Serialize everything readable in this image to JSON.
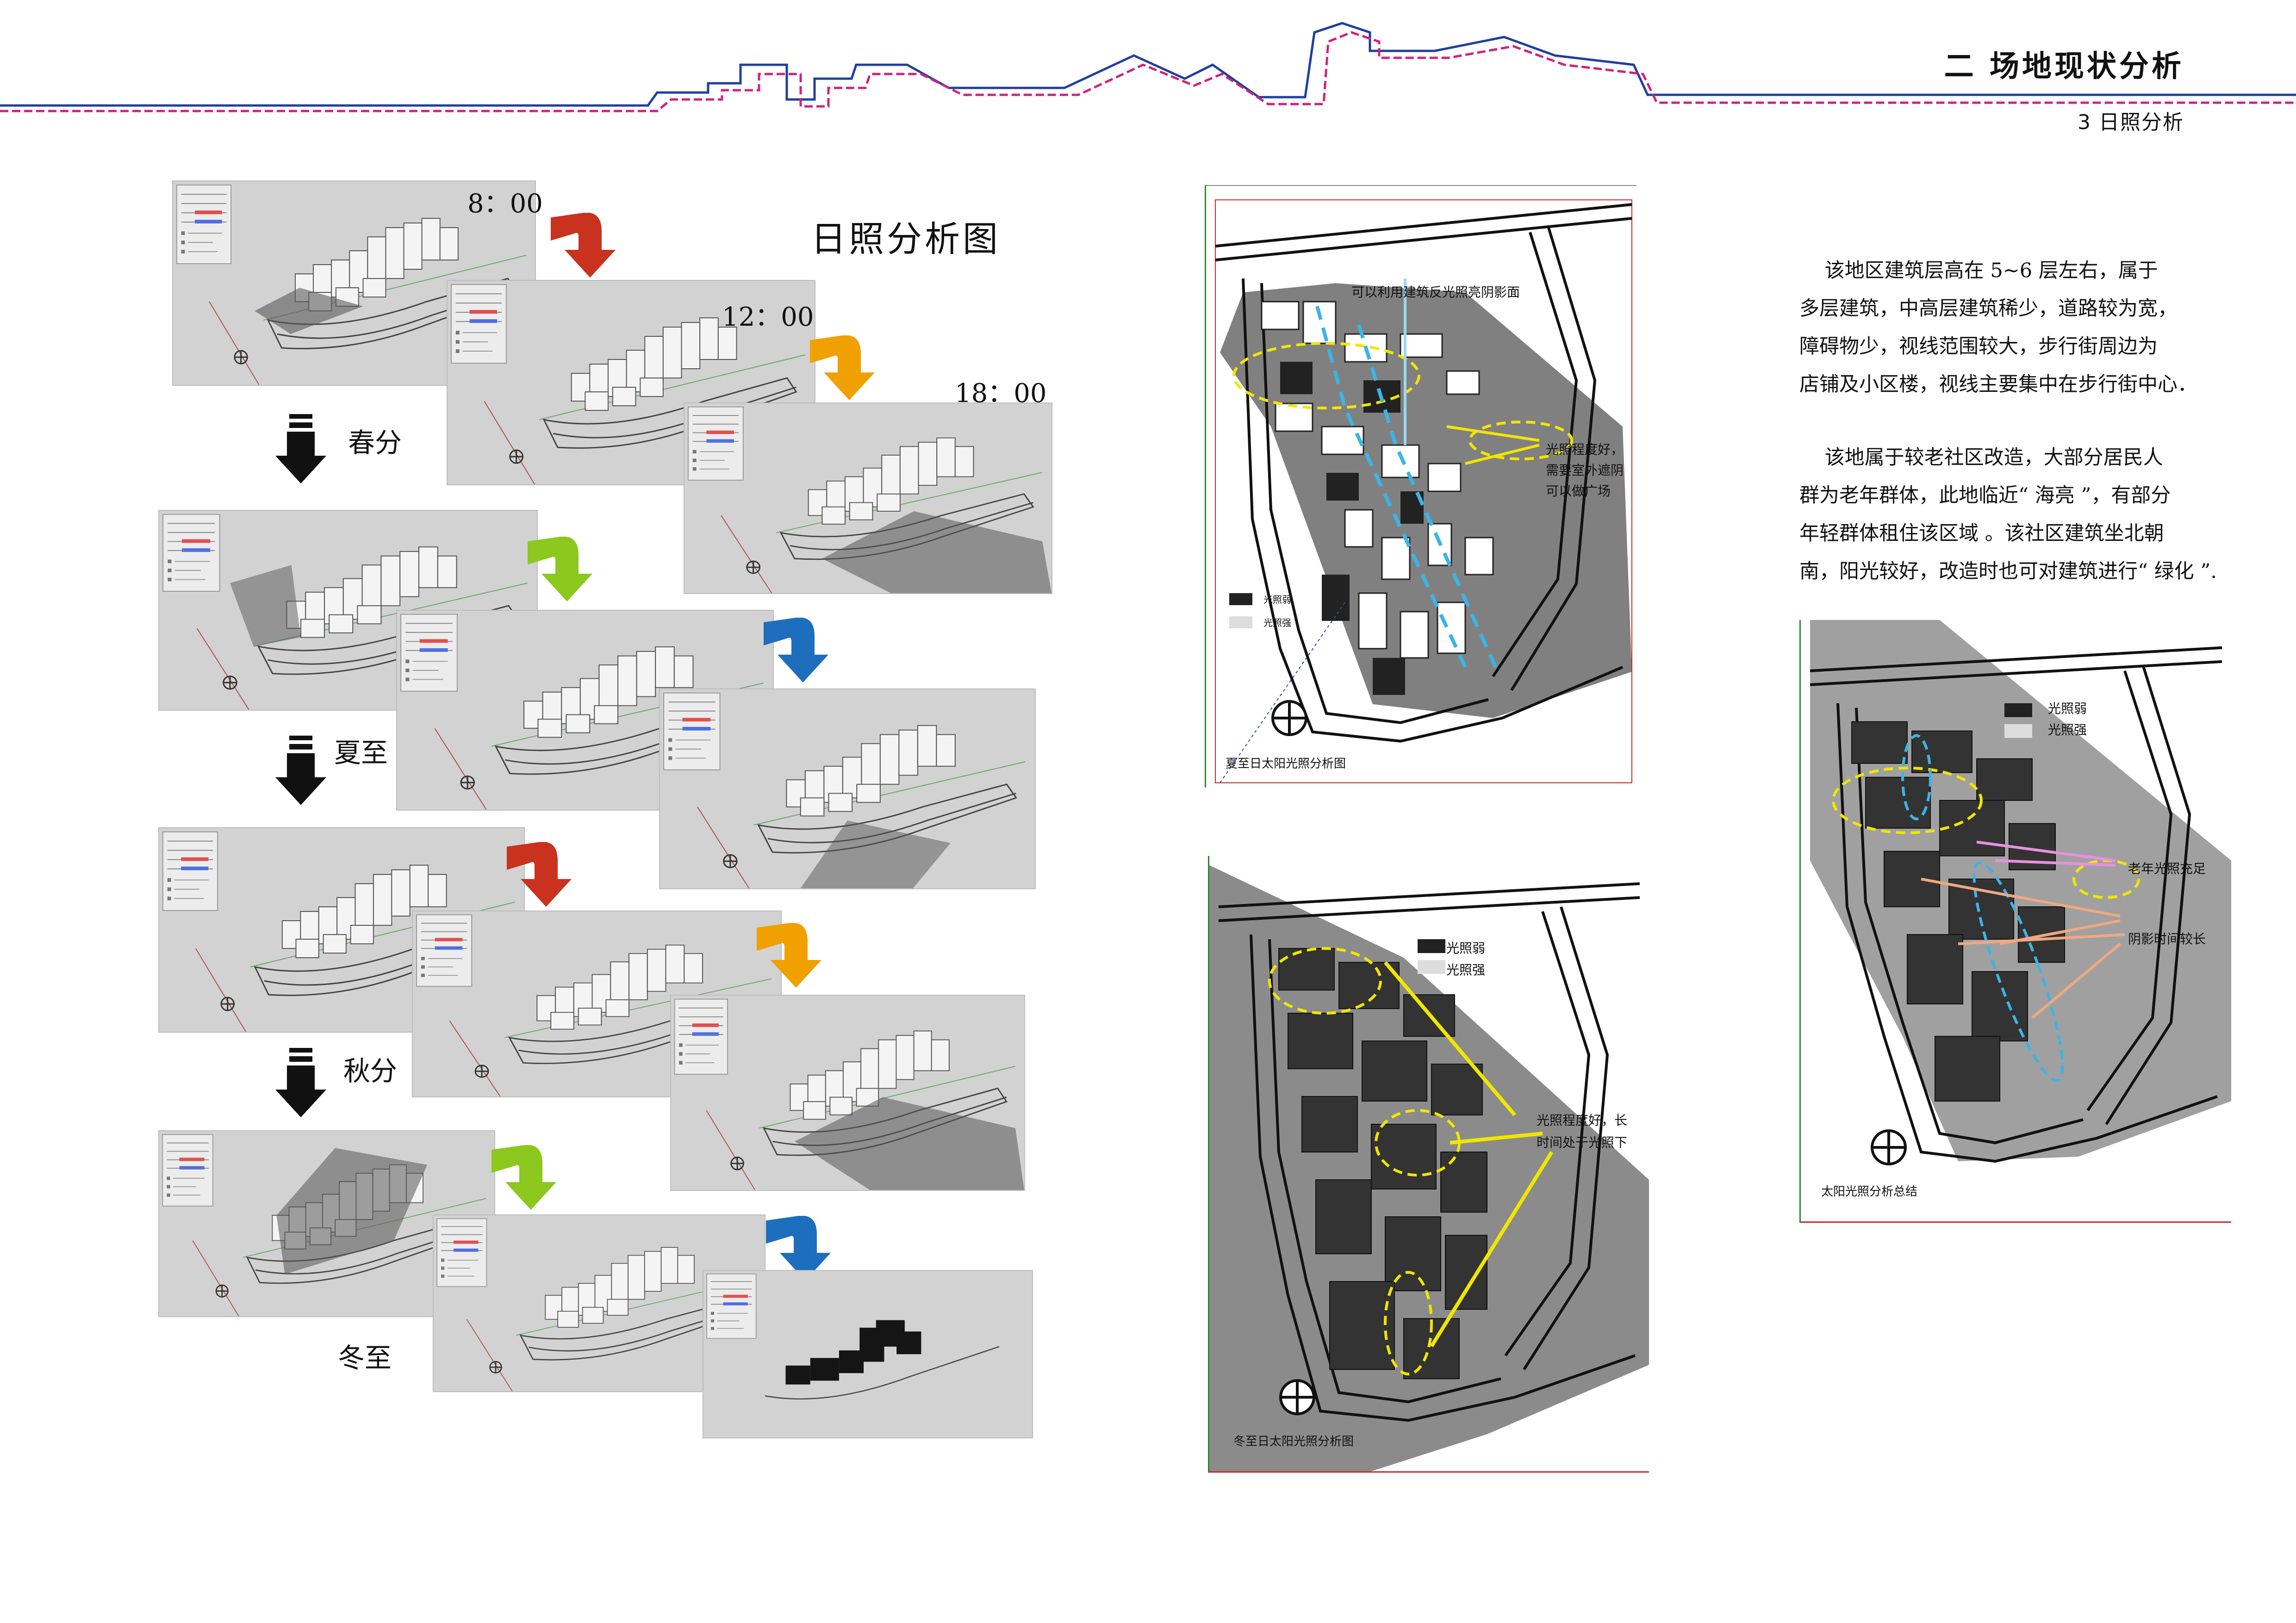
{
  "header": {
    "title": "二  场地现状分析",
    "subtitle": "3  日照分析"
  },
  "left": {
    "main_title": "日照分析图",
    "times": [
      "8：00",
      "12：00",
      "18：00"
    ],
    "seasons": [
      "春分",
      "夏至",
      "秋分",
      "冬至"
    ]
  },
  "summer_map": {
    "caption": "夏至日太阳光照分析图",
    "top_note": "可以利用建筑反光照亮阴影面",
    "right_note": [
      "光照程度好，",
      "需要室外遮阴",
      "可以做广场"
    ],
    "legend": [
      "光照弱",
      "光照强"
    ]
  },
  "winter_map": {
    "caption": "冬至日太阳光照分析图",
    "note": [
      "光照程度好，长",
      "时间处于光照下"
    ],
    "legend": [
      "光照弱",
      "光照强"
    ]
  },
  "summary_map": {
    "caption": "太阳光照分析总结",
    "notes": [
      "老年光照充足",
      "阴影时间较长"
    ],
    "legend": [
      "光照弱",
      "光照强"
    ]
  },
  "text": {
    "para1": [
      "    该地区建筑层高在 5~6 层左右，属于",
      "多层建筑，中高层建筑稀少，道路较为宽，",
      "障碍物少，视线范围较大，步行街周边为",
      "店铺及小区楼，视线主要集中在步行街中心．"
    ],
    "para2": [
      "    该地属于较老社区改造，大部分居民人",
      "群为老年群体，此地临近“ 海亮 ”，有部分",
      "年轻群体租住该区域 。该社区建筑坐北朝",
      "南，阳光较好，改造时也可对建筑进行“ 绿化 ”."
    ]
  },
  "colors": {
    "blue": "#1f3f9e",
    "magenta": "#d0217f",
    "arrow_red": "#c8321e",
    "arrow_orange": "#f0a000",
    "arrow_green": "#8cc81e",
    "arrow_blue": "#1e6ebe",
    "dash_yellow": "#f0e600",
    "dash_cyan": "#3cb4e6"
  },
  "icons": [
    "skyline-line",
    "curved-arrow-icon",
    "down-arrow-icon",
    "north-compass-icon"
  ]
}
